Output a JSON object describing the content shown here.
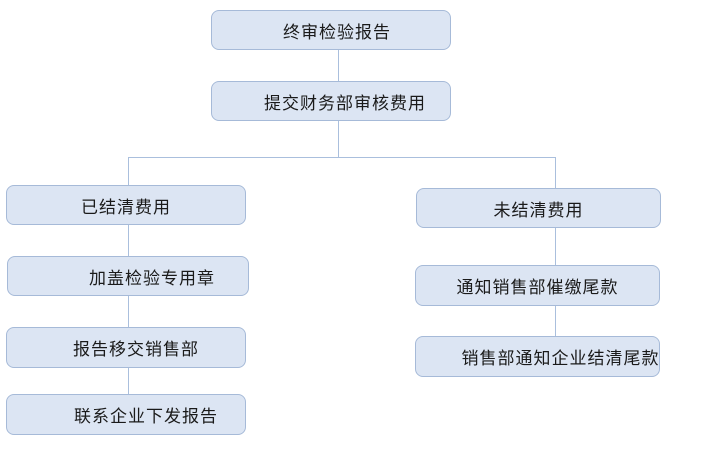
{
  "style": {
    "background": "#ffffff",
    "box_fill": "#dce5f3",
    "box_border": "#a6bad8",
    "connector_color": "#aabfdd",
    "text_color": "#1a1a1a"
  },
  "flowchart": {
    "nodes": [
      {
        "id": "final-inspection-report",
        "label": "终审检验报告"
      },
      {
        "id": "submit-finance-review-fees",
        "label": "提交财务部审核费用"
      },
      {
        "id": "fees-settled",
        "label": "已结清费用"
      },
      {
        "id": "stamp-inspection-seal",
        "label": "加盖检验专用章"
      },
      {
        "id": "report-transfer-to-sales",
        "label": "报告移交销售部"
      },
      {
        "id": "contact-enterprise-issue-report",
        "label": "联系企业下发报告"
      },
      {
        "id": "fees-unsettled",
        "label": "未结清费用"
      },
      {
        "id": "notify-sales-collect-balance",
        "label": "通知销售部催缴尾款"
      },
      {
        "id": "sales-notify-enterprise-settle",
        "label": "销售部通知企业结清尾款"
      }
    ]
  }
}
